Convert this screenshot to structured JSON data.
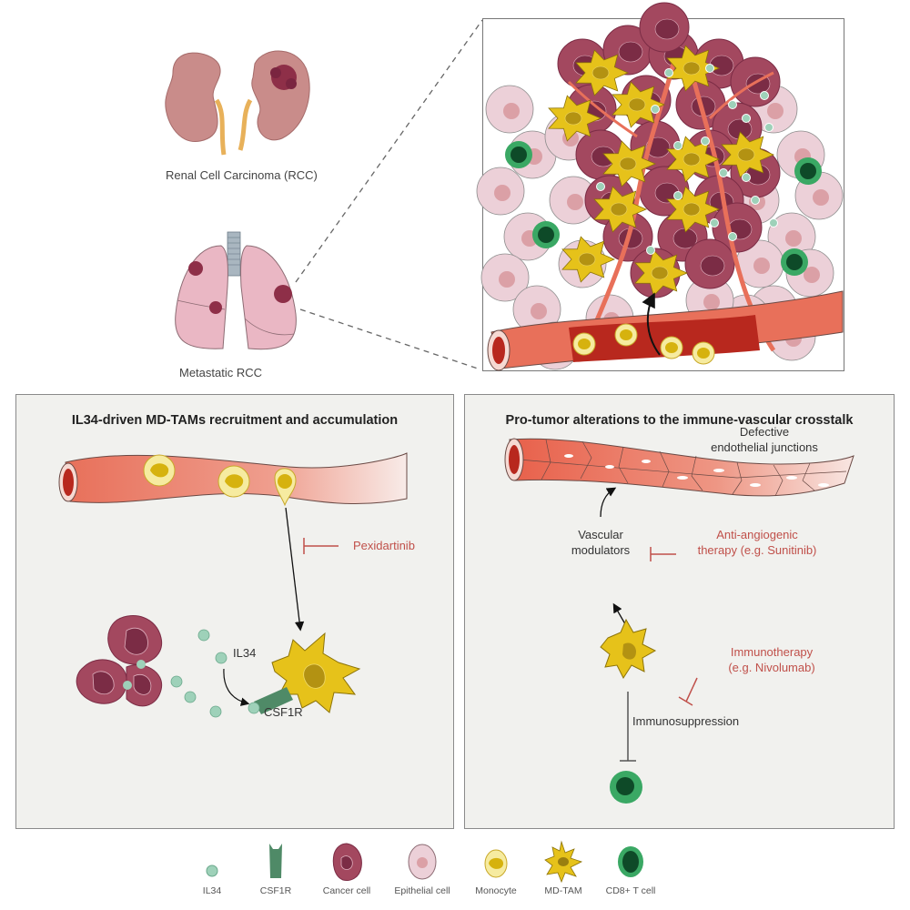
{
  "top": {
    "kidney_label": "Renal Cell Carcinoma (RCC)",
    "lung_label": "Metastatic RCC"
  },
  "panel_left": {
    "title": "IL34-driven MD-TAMs recruitment and accumulation",
    "drug_label": "Pexidartinib",
    "il34_label": "IL34",
    "csf1r_label": "CSF1R"
  },
  "panel_right": {
    "title": "Pro-tumor alterations to the immune-vascular crosstalk",
    "junctions_label_line1": "Defective",
    "junctions_label_line2": "endothelial junctions",
    "vascular_label_line1": "Vascular",
    "vascular_label_line2": "modulators",
    "antiangio_line1": "Anti-angiogenic",
    "antiangio_line2": "therapy (e.g. Sunitinib)",
    "immuno_line1": "Immunotherapy",
    "immuno_line2": "(e.g. Nivolumab)",
    "immunosuppression_label": "Immunosuppression"
  },
  "legend": {
    "items": [
      {
        "label": "IL34",
        "icon": "il34-icon"
      },
      {
        "label": "CSF1R",
        "icon": "csf1r-icon"
      },
      {
        "label": "Cancer cell",
        "icon": "cancer-cell-icon"
      },
      {
        "label": "Epithelial cell",
        "icon": "epithelial-cell-icon"
      },
      {
        "label": "Monocyte",
        "icon": "monocyte-icon"
      },
      {
        "label": "MD-TAM",
        "icon": "md-tam-icon"
      },
      {
        "label": "CD8+ T cell",
        "icon": "cd8-t-cell-icon"
      }
    ]
  },
  "colors": {
    "panel_bg": "#f1f1ee",
    "inhibitor_red": "#c0504a",
    "vessel": "#e8705a",
    "vessel_dark": "#b8281e",
    "tam_yellow": "#e6c21a",
    "tam_nucleus": "#b39212",
    "cancer": "#a3485f",
    "cancer_nucleus": "#7b2c45",
    "epithelial": "#ecd0d8",
    "epithelial_nucleus": "#dba0a6",
    "tcell_outer": "#3aa864",
    "tcell_inner": "#0e4a28",
    "il34": "#9ed1b9",
    "csf1r": "#4f8a67"
  }
}
